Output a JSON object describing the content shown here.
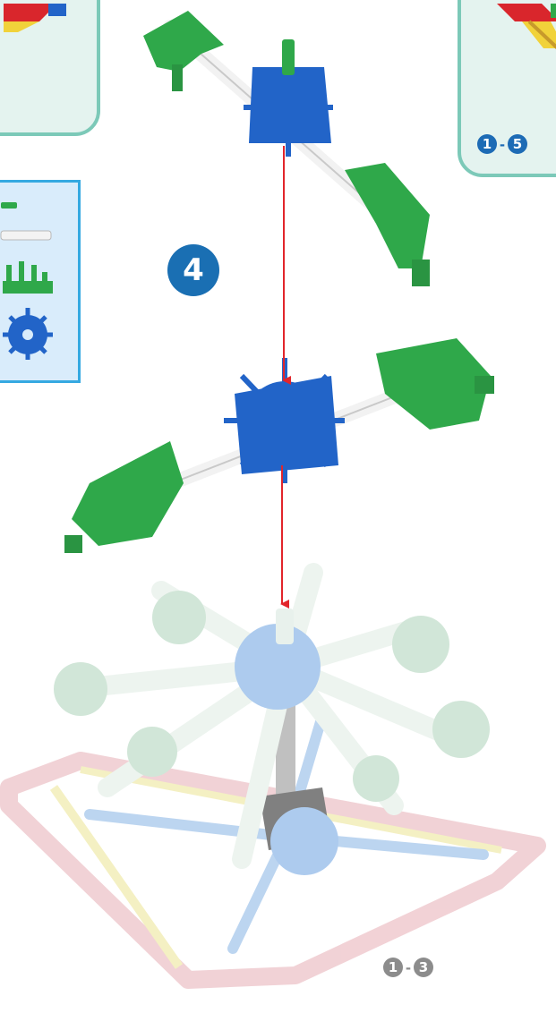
{
  "step": {
    "number": "4"
  },
  "refs": {
    "top_right": {
      "from": "1",
      "to": "5",
      "sep": "-"
    },
    "bottom": {
      "from": "1",
      "to": "3",
      "sep": "-"
    }
  },
  "parts_list": {
    "icons": [
      "green-peg-icon",
      "white-rod-icon",
      "green-connector-icon",
      "blue-hub-icon"
    ]
  },
  "colors": {
    "green": "#2fa84a",
    "blue": "#2264c8",
    "arrow": "#e2252b",
    "panel_border": "#7cc9b8",
    "parts_border": "#35a9e1"
  }
}
